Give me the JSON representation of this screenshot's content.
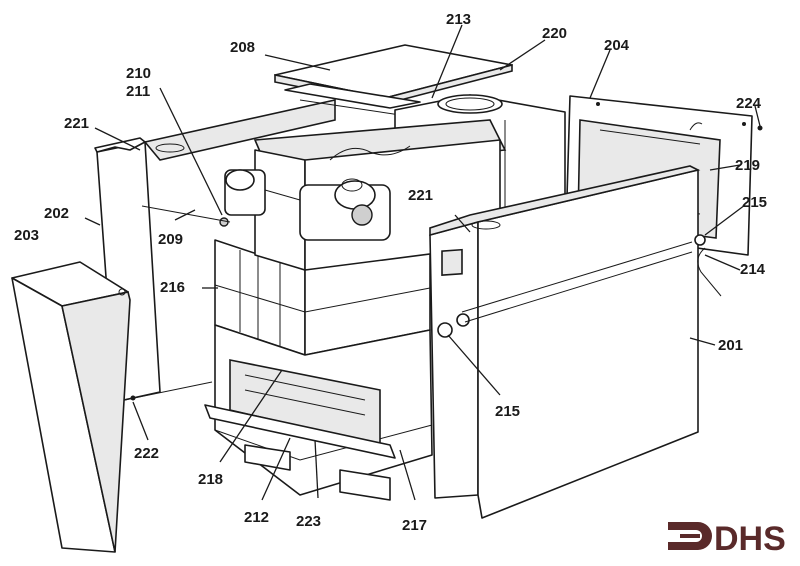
{
  "labels": {
    "l201": "201",
    "l202": "202",
    "l203": "203",
    "l204": "204",
    "l208": "208",
    "l209": "209",
    "l210": "210",
    "l211": "211",
    "l212": "212",
    "l213": "213",
    "l214": "214",
    "l215a": "215",
    "l215b": "215",
    "l216": "216",
    "l217": "217",
    "l218": "218",
    "l219": "219",
    "l220": "220",
    "l221a": "221",
    "l221b": "221",
    "l222": "222",
    "l223": "223",
    "l224": "224"
  },
  "logo": {
    "text": "DHS",
    "color": "#5a2a2a"
  }
}
